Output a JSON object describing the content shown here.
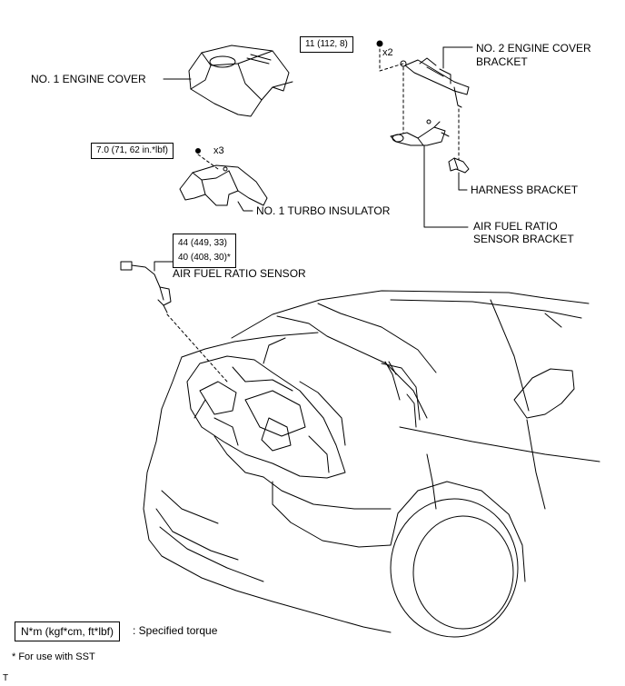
{
  "labels": {
    "no1_engine_cover": "NO. 1 ENGINE COVER",
    "no2_engine_cover_bracket_l1": "NO. 2 ENGINE COVER",
    "no2_engine_cover_bracket_l2": "BRACKET",
    "harness_bracket": "HARNESS BRACKET",
    "afr_sensor_bracket_l1": "AIR FUEL RATIO",
    "afr_sensor_bracket_l2": "SENSOR BRACKET",
    "no1_turbo_insulator": "NO. 1 TURBO INSULATOR",
    "afr_sensor": "AIR FUEL RATIO SENSOR"
  },
  "torques": {
    "bracket_nut": "11 (112, 8)",
    "bracket_nut_qty": "x2",
    "insulator_bolt": "7.0 (71, 62 in.*lbf)",
    "insulator_bolt_qty": "x3",
    "sensor_line1": "44 (449, 33)",
    "sensor_line2": "40 (408, 30)*"
  },
  "legend": {
    "unit": "N*m (kgf*cm, ft*lbf)",
    "unit_desc": ": Specified torque",
    "note": "* For use with SST",
    "corner": "T"
  }
}
